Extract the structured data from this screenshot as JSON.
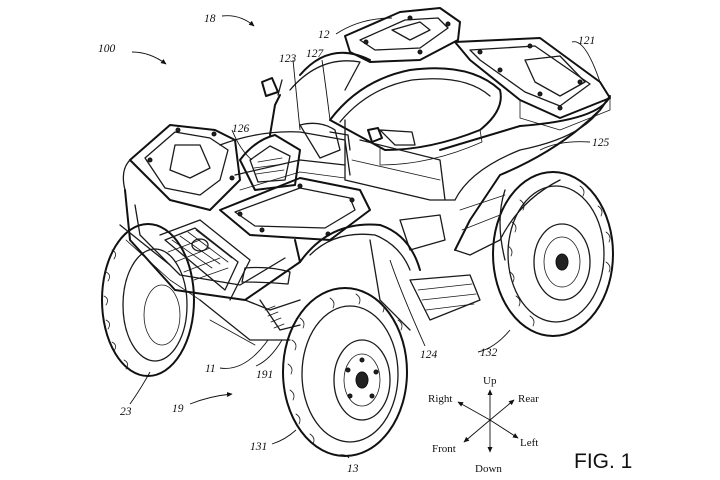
{
  "figure": {
    "label": "FIG. 1",
    "reference_numerals": [
      {
        "id": "n100",
        "text": "100"
      },
      {
        "id": "n18",
        "text": "18"
      },
      {
        "id": "n12",
        "text": "12"
      },
      {
        "id": "n121",
        "text": "121"
      },
      {
        "id": "n123",
        "text": "123"
      },
      {
        "id": "n127",
        "text": "127"
      },
      {
        "id": "n126",
        "text": "126"
      },
      {
        "id": "n125",
        "text": "125"
      },
      {
        "id": "n124",
        "text": "124"
      },
      {
        "id": "n132",
        "text": "132"
      },
      {
        "id": "n11",
        "text": "11"
      },
      {
        "id": "n191",
        "text": "191"
      },
      {
        "id": "n23",
        "text": "23"
      },
      {
        "id": "n19",
        "text": "19"
      },
      {
        "id": "n131",
        "text": "131"
      },
      {
        "id": "n13",
        "text": "13"
      }
    ],
    "direction_indicator": {
      "up": "Up",
      "down": "Down",
      "right": "Right",
      "left": "Left",
      "front": "Front",
      "rear": "Rear"
    }
  }
}
